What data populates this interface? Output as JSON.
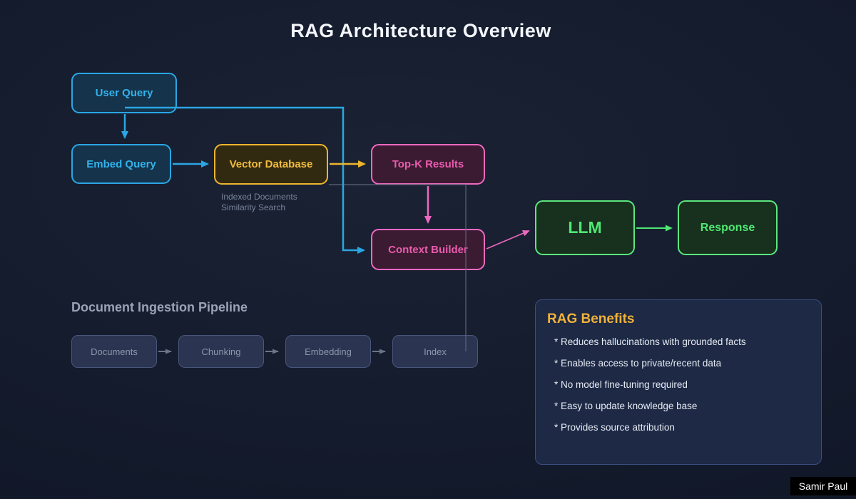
{
  "title": "RAG Architecture Overview",
  "nodes": {
    "user_query": {
      "label": "User Query"
    },
    "embed_query": {
      "label": "Embed Query"
    },
    "vector_database": {
      "label": "Vector Database",
      "note_line1": "Indexed Documents",
      "note_line2": "Similarity Search"
    },
    "top_k_results": {
      "label": "Top-K Results"
    },
    "context_builder": {
      "label": "Context Builder"
    },
    "llm": {
      "label": "LLM"
    },
    "response": {
      "label": "Response"
    }
  },
  "pipeline": {
    "heading": "Document Ingestion Pipeline",
    "steps": [
      "Documents",
      "Chunking",
      "Embedding",
      "Index"
    ]
  },
  "benefits": {
    "heading": "RAG Benefits",
    "items": [
      "* Reduces hallucinations with grounded facts",
      "* Enables access to private/recent data",
      "* No model fine-tuning required",
      "* Easy to update knowledge base",
      "* Provides source attribution"
    ]
  },
  "credit": "Samir Paul",
  "colors": {
    "blue_accent": "#2aa6e4",
    "yellow_accent": "#ecb52f",
    "pink_accent": "#ee68c0",
    "green_accent": "#5be77d",
    "gray_accent": "#6a7488",
    "background": "#131a2b"
  }
}
